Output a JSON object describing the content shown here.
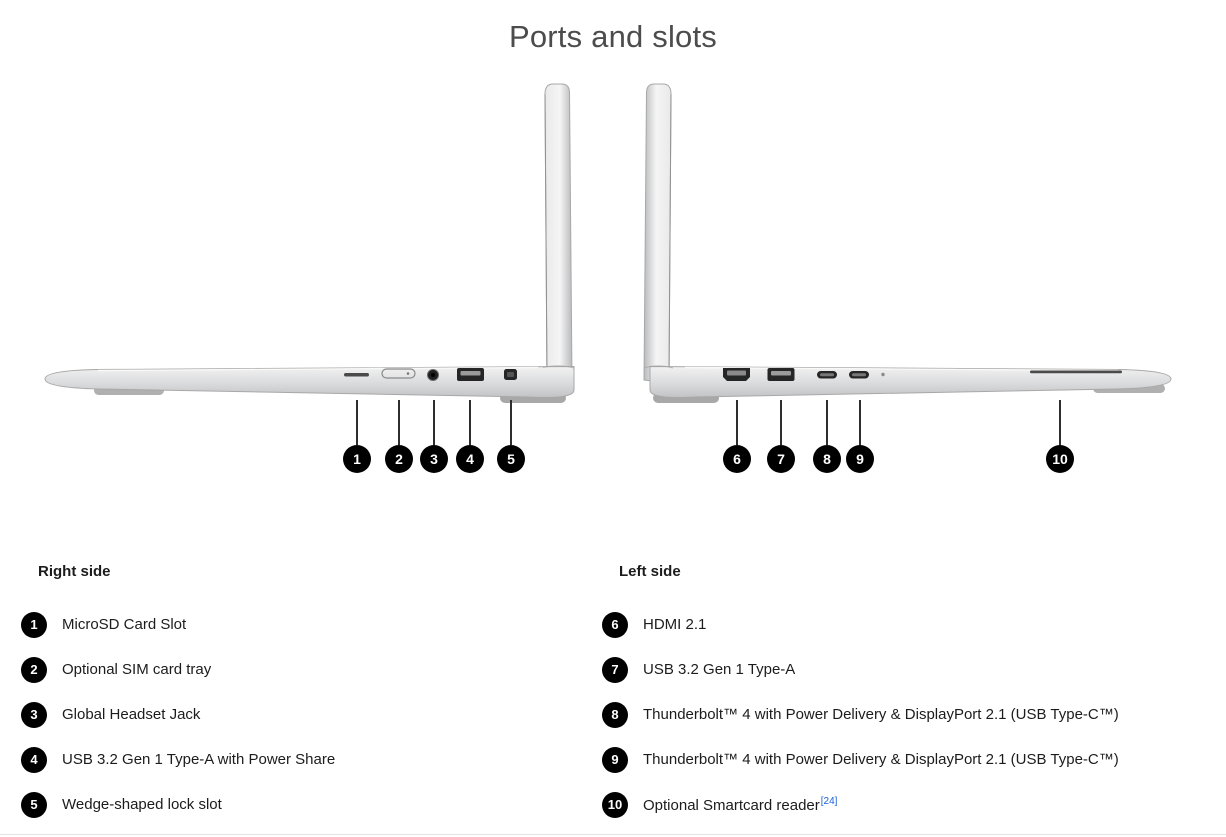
{
  "title": "Ports and slots",
  "diagram_callouts": [
    "1",
    "2",
    "3",
    "4",
    "5",
    "6",
    "7",
    "8",
    "9",
    "10"
  ],
  "legend": {
    "right_side": {
      "header": "Right side",
      "items": [
        {
          "number": "1",
          "label": "MicroSD Card Slot"
        },
        {
          "number": "2",
          "label": "Optional SIM card tray"
        },
        {
          "number": "3",
          "label": "Global Headset Jack"
        },
        {
          "number": "4",
          "label": "USB 3.2 Gen 1 Type-A with Power Share"
        },
        {
          "number": "5",
          "label": "Wedge-shaped lock slot"
        }
      ]
    },
    "left_side": {
      "header": "Left side",
      "items": [
        {
          "number": "6",
          "label": "HDMI 2.1"
        },
        {
          "number": "7",
          "label": "USB 3.2 Gen 1 Type-A"
        },
        {
          "number": "8",
          "label": "Thunderbolt™ 4 with Power Delivery & DisplayPort 2.1 (USB Type-C™)"
        },
        {
          "number": "9",
          "label": "Thunderbolt™ 4 with Power Delivery & DisplayPort 2.1 (USB Type-C™)"
        },
        {
          "number": "10",
          "label": "Optional Smartcard reader",
          "footnote": "[24]"
        }
      ]
    }
  },
  "colors": {
    "badge_bg": "#000000",
    "badge_text": "#ffffff",
    "footnote_link": "#1b62d8",
    "title_text": "#4c4c4c"
  }
}
